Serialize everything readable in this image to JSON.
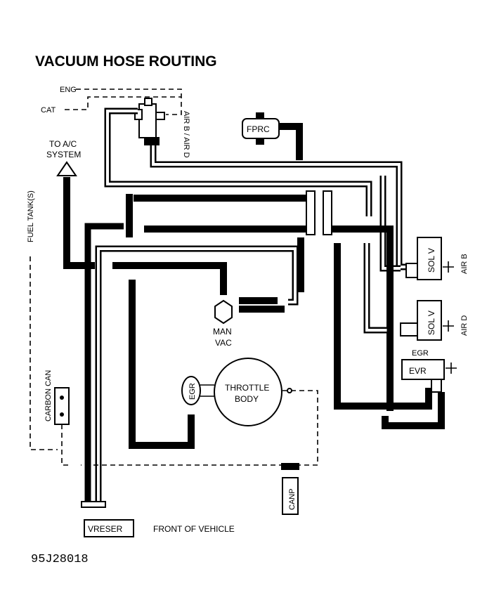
{
  "title": "VACUUM HOSE ROUTING",
  "labels": {
    "eng": "ENG",
    "cat": "CAT",
    "air_b_air_d": "AIR B / AIR D",
    "fprc": "FPRC",
    "to_ac_line1": "TO A/C",
    "to_ac_line2": "SYSTEM",
    "fuel_tanks": "FUEL TANK(S)",
    "carbon_can": "CARBON CAN",
    "sol_v_1": "SOL V",
    "sol_v_2": "SOL V",
    "air_b": "AIR B",
    "air_d": "AIR D",
    "egr_top": "EGR",
    "evr": "EVR",
    "man": "MAN",
    "vac": "VAC",
    "throttle": "THROTTLE",
    "body": "BODY",
    "egr_valve": "EGR",
    "canp": "CANP",
    "vreser": "VRESER",
    "front_of_vehicle": "FRONT OF VEHICLE"
  },
  "figure_id": "95J28018"
}
